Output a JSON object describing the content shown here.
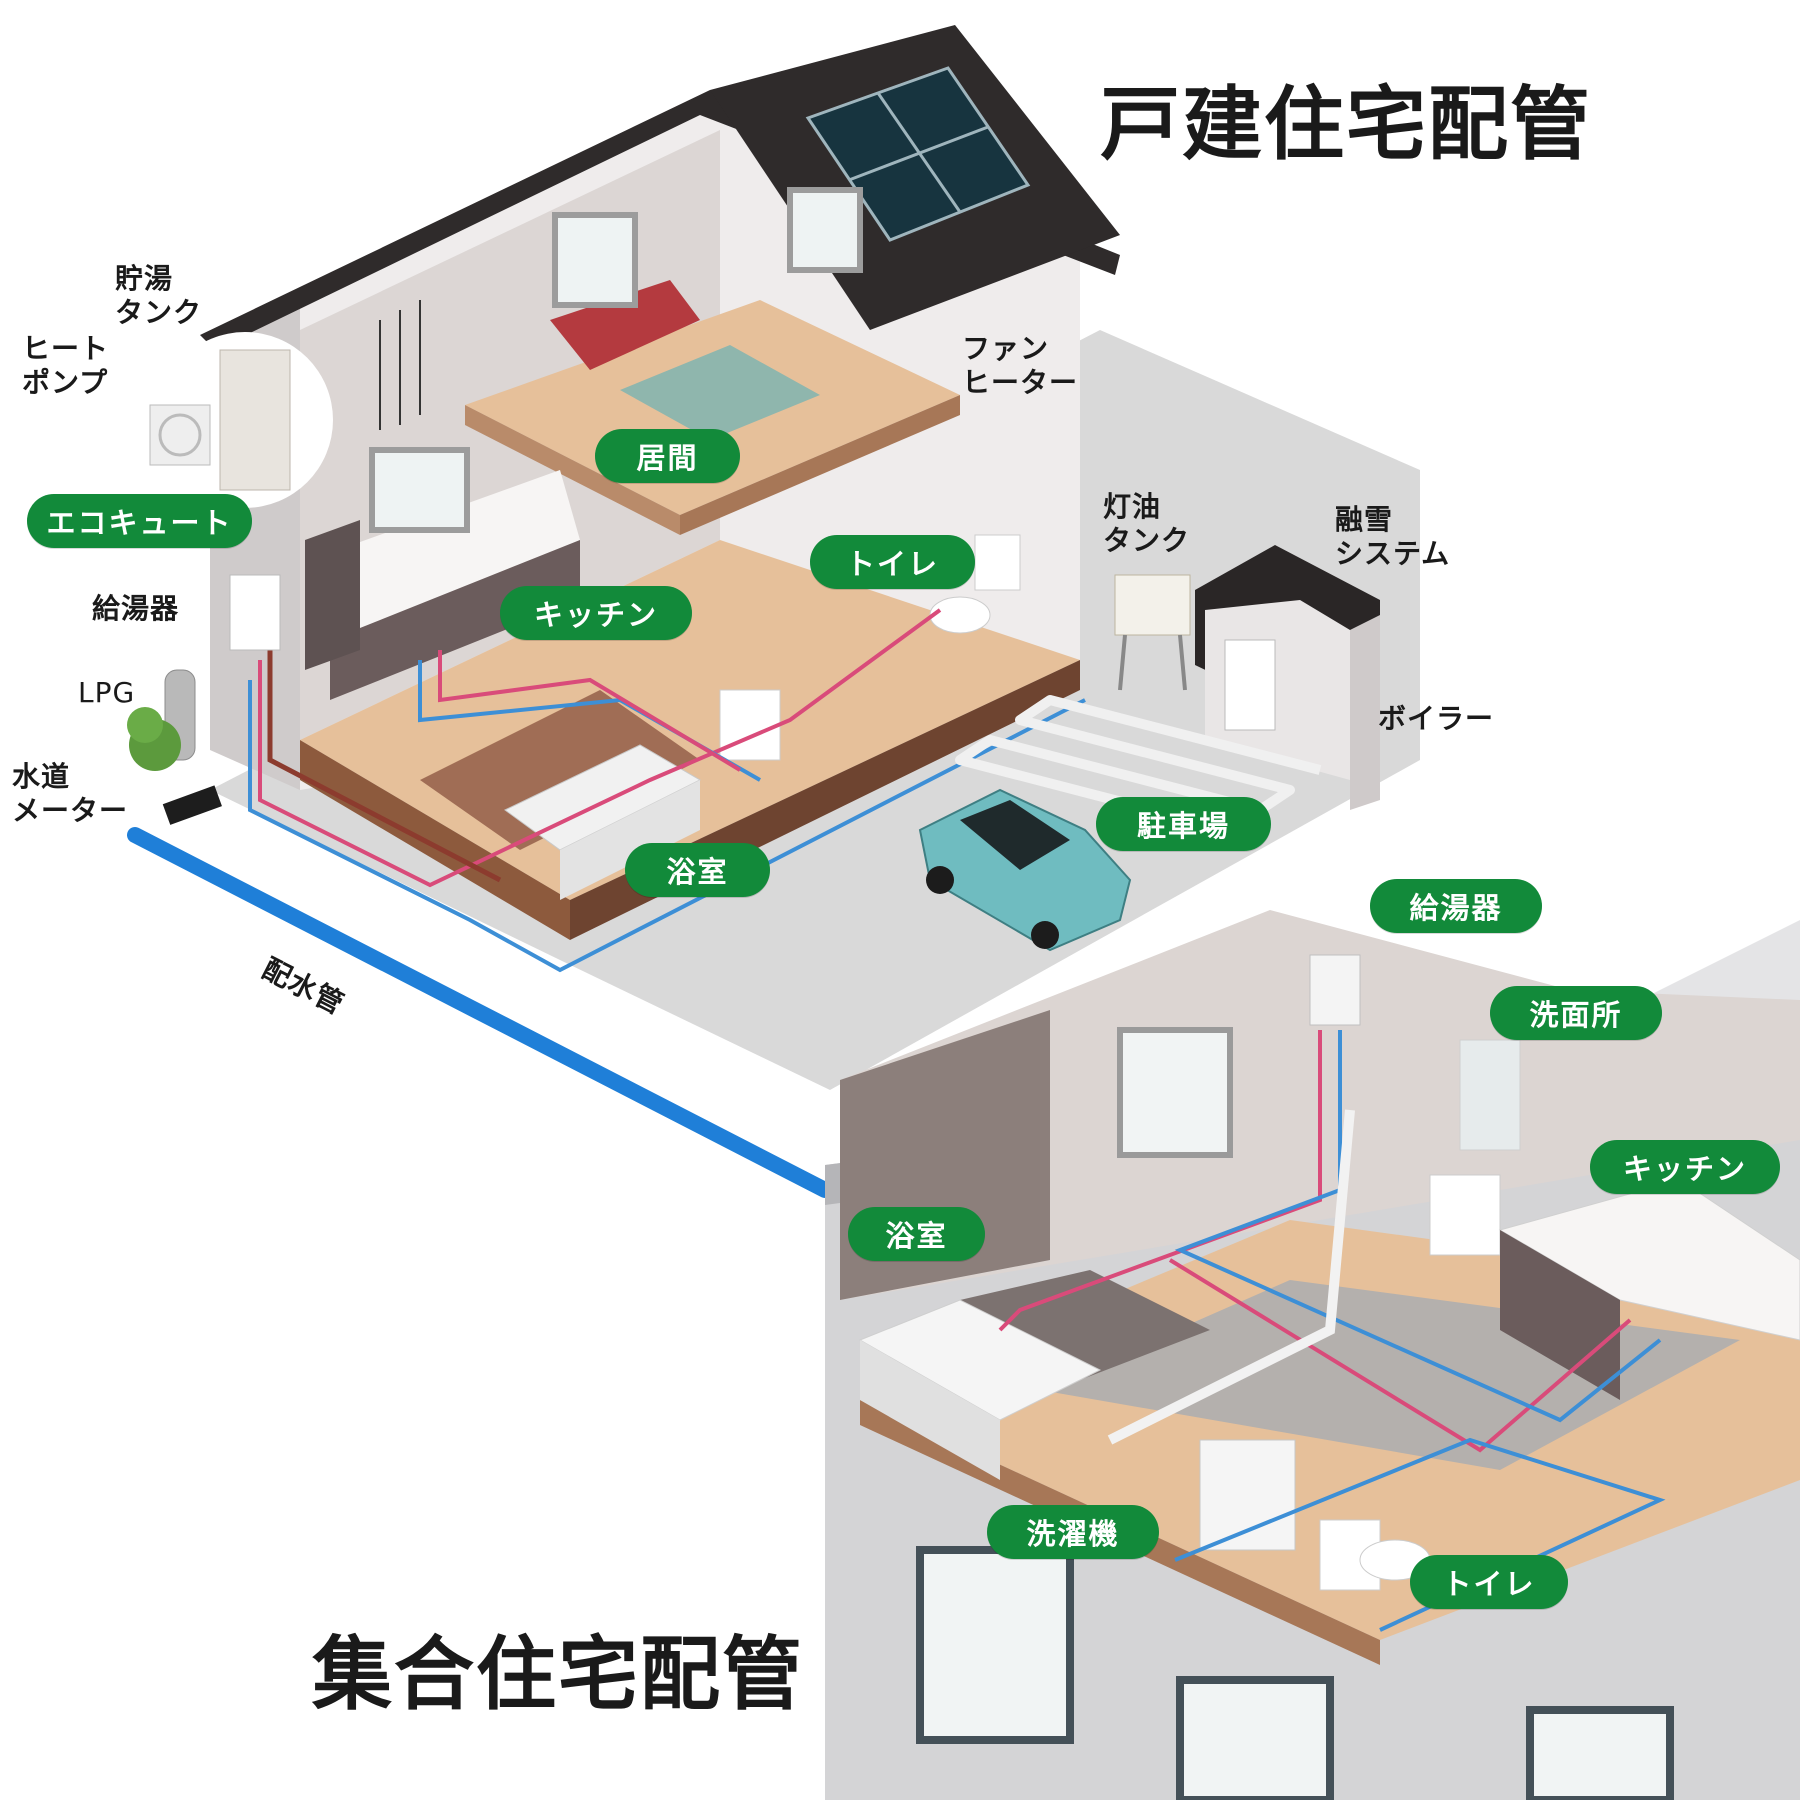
{
  "titles": {
    "detached": "戸建住宅配管",
    "apartment": "集合住宅配管"
  },
  "house_callouts": {
    "storage_tank": "貯湯\nタンク",
    "heat_pump": "ヒート\nポンプ",
    "water_heater": "給湯器",
    "lpg": "LPG",
    "water_meter": "水道\nメーター",
    "fan_heater": "ファン\nヒーター",
    "kerosene_tank": "灯油\nタンク",
    "snow_melt": "融雪\nシステム",
    "boiler": "ボイラー",
    "distribution_pipe": "配水管"
  },
  "house_rooms": {
    "eco_cute": "エコキュート",
    "living": "居間",
    "toilet": "トイレ",
    "kitchen": "キッチン",
    "bathroom": "浴室",
    "parking": "駐車場"
  },
  "apartment_rooms": {
    "water_heater": "給湯器",
    "washroom": "洗面所",
    "kitchen": "キッチン",
    "bathroom": "浴室",
    "washing_machine": "洗濯機",
    "toilet": "トイレ"
  },
  "colors": {
    "label_green": "#128a3a",
    "hot_pipe": "#d94b7a",
    "cold_pipe": "#3d8fd6",
    "main_pipe": "#1f7fd8",
    "roof": "#2f2b2b",
    "floor": "#e6c09a"
  }
}
